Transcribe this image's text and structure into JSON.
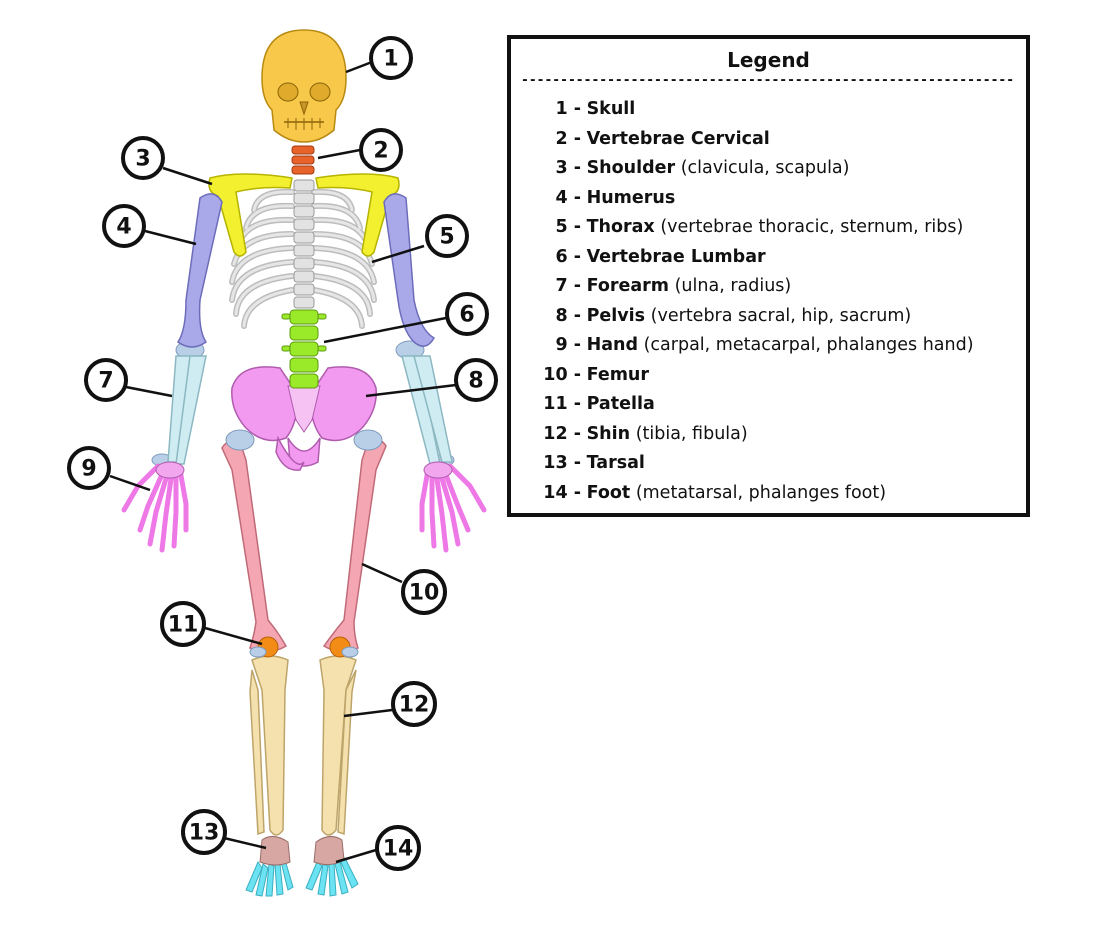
{
  "colors": {
    "skull": "#f7c84a",
    "cervical": "#e8632a",
    "shoulder": "#f3f02f",
    "humerus": "#a9a9ea",
    "thorax": "#d9d9d9",
    "lumbar": "#9bea2a",
    "forearm": "#cfecf2",
    "pelvis": "#f19af0",
    "hand": "#ee78e6",
    "femur": "#f4a7b2",
    "patella": "#f28c16",
    "shin": "#f5e1ad",
    "tarsal": "#d6a7a3",
    "foot": "#6be3f2",
    "joint": "#b9cfe8"
  },
  "legend": {
    "title": "Legend",
    "rule": "------------------------------------------------------------------",
    "items": [
      {
        "num": "1 -",
        "name": "Skull",
        "detail": ""
      },
      {
        "num": "2 -",
        "name": "Vertebrae Cervical",
        "detail": ""
      },
      {
        "num": "3 -",
        "name": "Shoulder",
        "detail": "(clavicula, scapula)"
      },
      {
        "num": "4 -",
        "name": "Humerus",
        "detail": ""
      },
      {
        "num": "5 -",
        "name": "Thorax",
        "detail": "(vertebrae thoracic, sternum, ribs)"
      },
      {
        "num": "6 -",
        "name": "Vertebrae Lumbar",
        "detail": ""
      },
      {
        "num": "7 -",
        "name": "Forearm",
        "detail": "(ulna, radius)"
      },
      {
        "num": "8 -",
        "name": "Pelvis",
        "detail": "(vertebra sacral, hip, sacrum)"
      },
      {
        "num": "9 -",
        "name": "Hand",
        "detail": "(carpal, metacarpal, phalanges hand)"
      },
      {
        "num": "10 -",
        "name": "Femur",
        "detail": ""
      },
      {
        "num": "11 -",
        "name": "Patella",
        "detail": ""
      },
      {
        "num": "12 -",
        "name": "Shin",
        "detail": "(tibia, fibula)"
      },
      {
        "num": "13 -",
        "name": "Tarsal",
        "detail": ""
      },
      {
        "num": "14 -",
        "name": "Foot",
        "detail": "(metatarsal, phalanges foot)"
      }
    ]
  },
  "markers": [
    "1",
    "2",
    "3",
    "4",
    "5",
    "6",
    "7",
    "8",
    "9",
    "10",
    "11",
    "12",
    "13",
    "14"
  ]
}
